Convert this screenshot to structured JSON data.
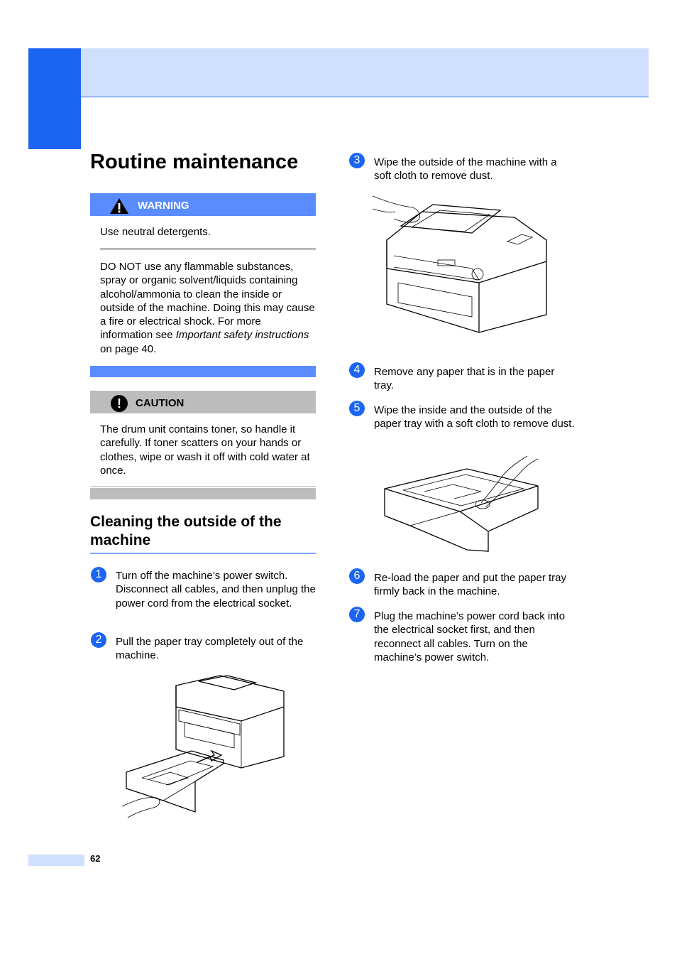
{
  "page": {
    "title": "Routine maintenance",
    "page_number": "62"
  },
  "warning": {
    "label": "WARNING",
    "text1": "Use neutral detergents.",
    "text2_pre": "DO NOT use any flammable substances, spray or organic solvent/liquids containing alcohol/ammonia to clean the inside or outside of the machine. Doing this may cause a fire or electrical shock. For more information see ",
    "text2_italic": "Important safety instructions",
    "text2_post": " on page 40."
  },
  "caution": {
    "label": "CAUTION",
    "text": "The drum unit contains toner, so handle it carefully. If toner scatters on your hands or clothes, wipe or wash it off with cold water at once."
  },
  "section": {
    "title": "Cleaning the outside of the machine"
  },
  "steps": [
    {
      "num": "1",
      "text": "Turn off the machine’s power switch. Disconnect all cables, and then unplug the power cord from the electrical socket."
    },
    {
      "num": "2",
      "text": "Pull the paper tray completely out of the machine."
    },
    {
      "num": "3",
      "text": "Wipe the outside of the machine with a soft cloth to remove dust."
    },
    {
      "num": "4",
      "text": "Remove any paper that is in the paper tray."
    },
    {
      "num": "5",
      "text": "Wipe the inside and the outside of the paper tray with a soft cloth to remove dust."
    },
    {
      "num": "6",
      "text": "Re-load the paper and put the paper tray firmly back in the machine."
    },
    {
      "num": "7",
      "text": "Plug the machine’s power cord back into the electrical socket first, and then reconnect all cables. Turn on the machine’s power switch."
    }
  ],
  "icons": {
    "warning": "warning-triangle-icon",
    "caution": "caution-exclamation-icon"
  },
  "colors": {
    "accent": "#1c64f2",
    "header": "#cfe0ff",
    "warning_bar": "#5a8cff",
    "caution_bar": "#bcbcbc"
  }
}
